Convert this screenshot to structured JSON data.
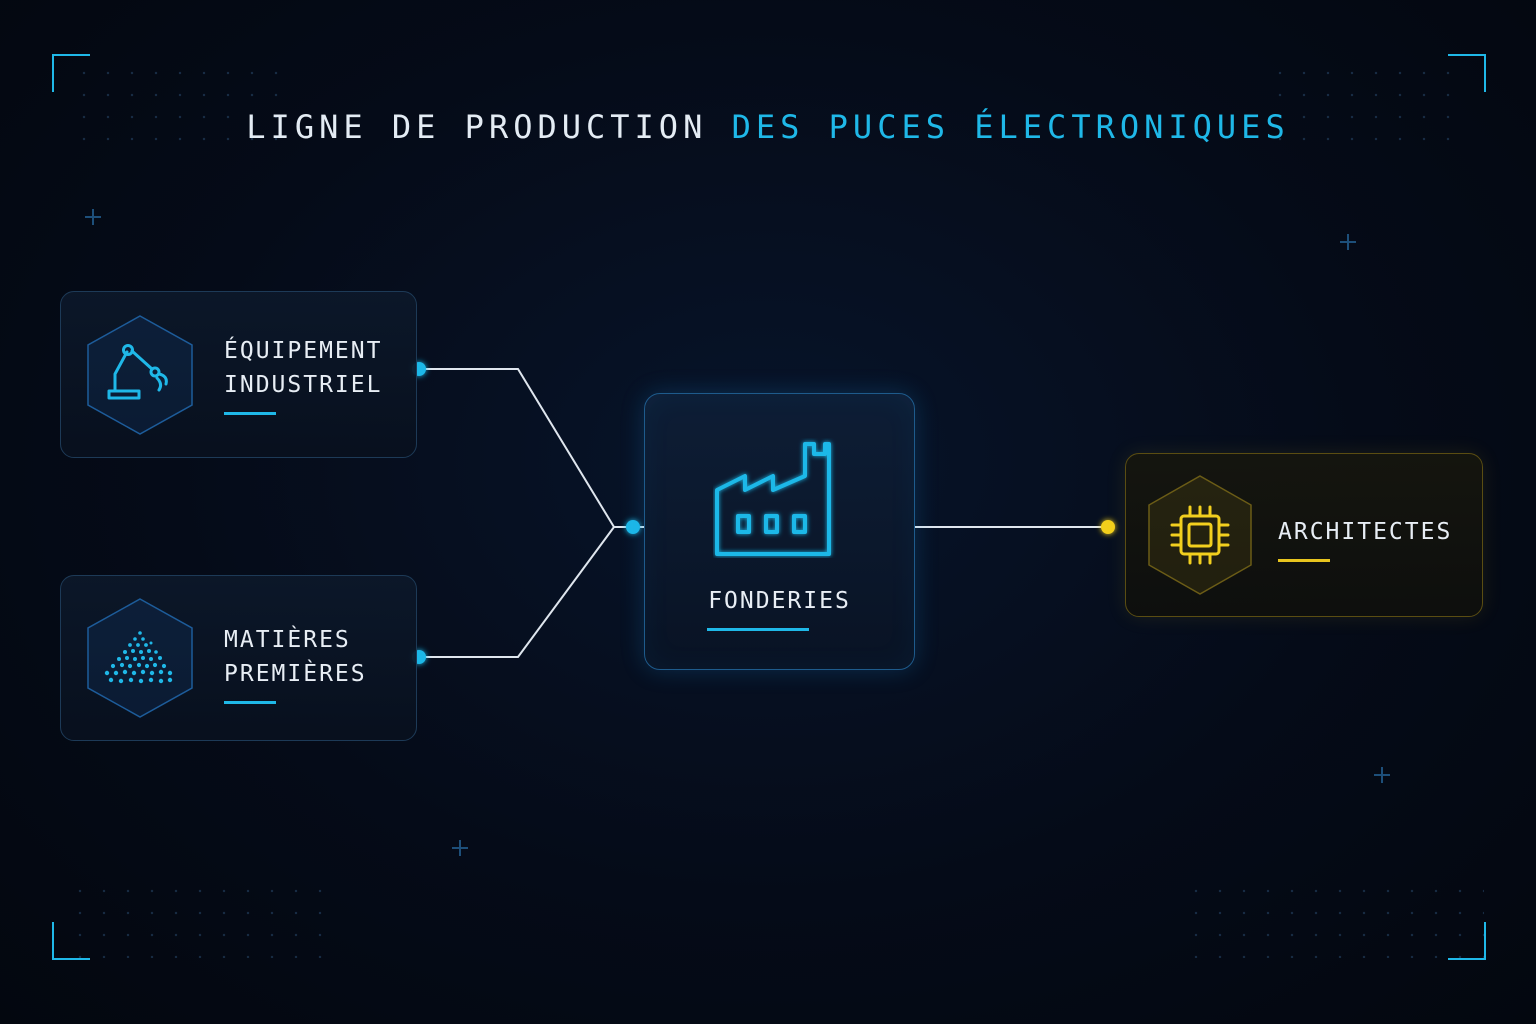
{
  "title": {
    "part1": "LIGNE DE PRODUCTION",
    "part2": "DES PUCES ÉLECTRONIQUES"
  },
  "nodes": {
    "equipement": {
      "line1": "ÉQUIPEMENT",
      "line2": "INDUSTRIEL",
      "icon": "robot-arm-icon"
    },
    "matieres": {
      "line1": "MATIÈRES",
      "line2": "PREMIÈRES",
      "icon": "raw-material-pile-icon"
    },
    "fonderies": {
      "label": "FONDERIES",
      "icon": "factory-icon"
    },
    "architectes": {
      "label": "ARCHITECTES",
      "icon": "chip-icon"
    }
  },
  "colors": {
    "accent": "#1fb8e8",
    "highlight": "#e8c51e",
    "background": "#050b18",
    "text": "#e8eef5"
  }
}
